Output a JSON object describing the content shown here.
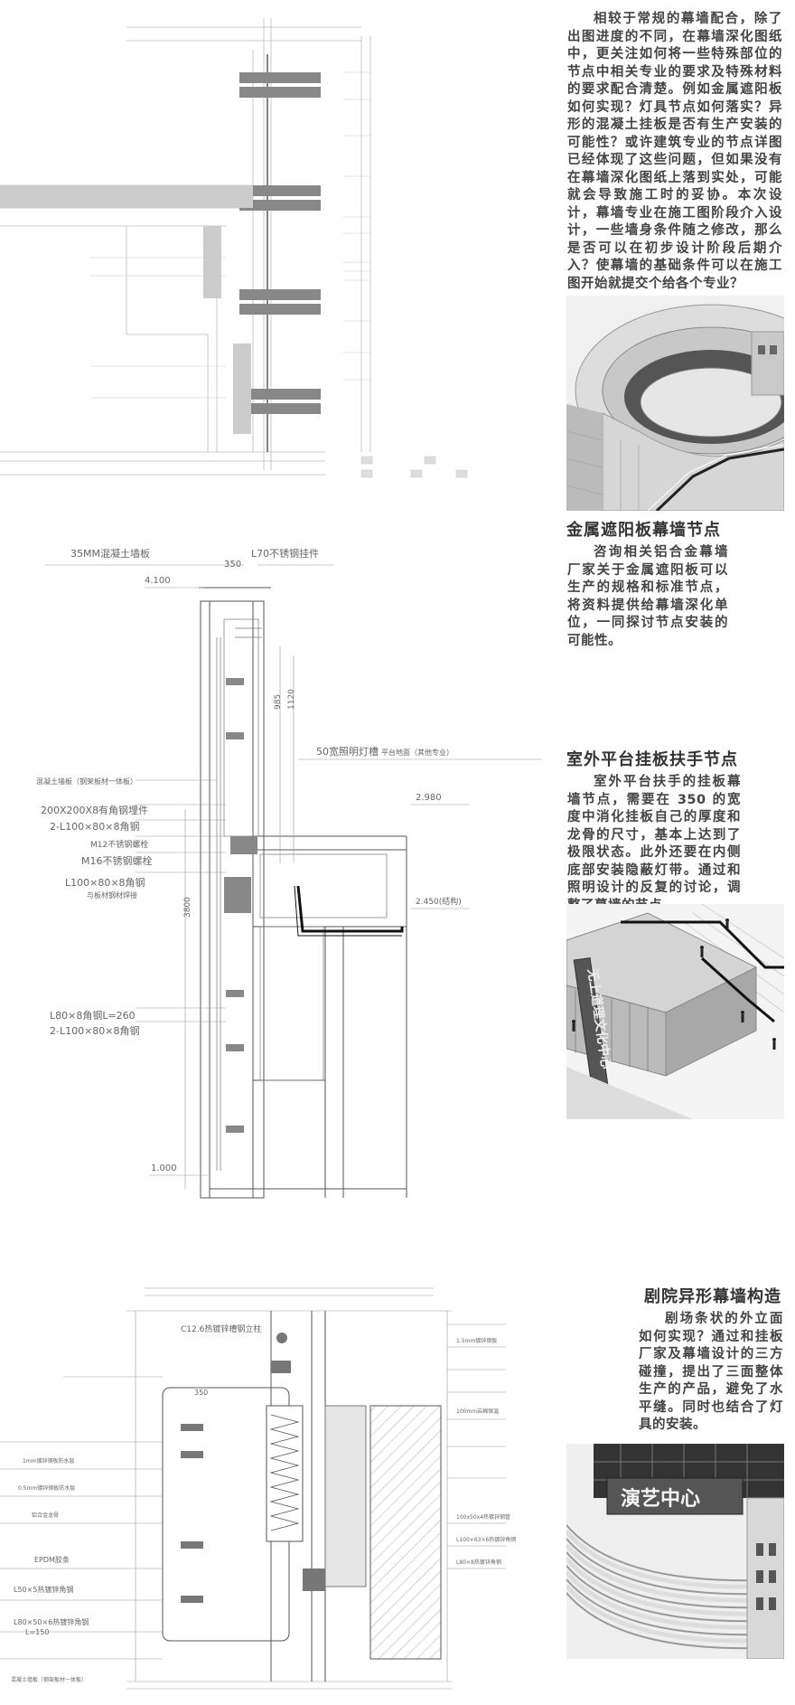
{
  "section1": {
    "paragraph": "相较于常规的幕墙配合，除了出图进度的不同，在幕墙深化图纸中，更关注如何将一些特殊部位的节点中相关专业的要求及特殊材料的要求配合清楚。例如金属遮阳板如何实现？灯具节点如何落实？异形的混凝土挂板是否有生产安装的可能性？或许建筑专业的节点详图已经体现了这些问题，但如果没有在幕墙深化图纸上落到实处，可能就会导致施工时的妥协。本次设计，幕墙专业在施工图阶段介入设计，一些墙身条件随之修改，那么是否可以在初步设计阶段后期介入？使幕墙的基础条件可以在施工图开始就提交个给各个专业？"
  },
  "section2": {
    "heading": "金属遮阳板幕墙节点",
    "paragraph": "咨询相关铝合金幕墙厂家关于金属遮阳板可以生产的规格和标准节点，将资料提供给幕墙深化单位，一同探讨节点安装的可能性。",
    "drawing_labels": {
      "l1": "35MM混凝土墙板",
      "l2": "L70不锈钢挂件",
      "l3": "4.100",
      "l4": "350",
      "l5": "985",
      "l6": "1120",
      "l7": "50宽照明灯槽",
      "l8": "平台地面（其他专业）",
      "l9": "混凝土墙板（钢架板材一体板）",
      "l10": "2.980",
      "l11": "200X200X8有角钢埋件",
      "l12": "2-L100×80×8角钢",
      "l13": "M12不锈钢螺栓",
      "l14": "M16不锈钢螺栓",
      "l15": "L100×80×8角钢",
      "l16": "与板材钢材焊接",
      "l17": "3800",
      "l18": "2.450(结构)",
      "l19": "L80×8角钢L=260",
      "l20": "2-L100×80×8角钢",
      "l21": "1.000"
    }
  },
  "section3": {
    "heading": "室外平台挂板扶手节点",
    "paragraph": "室外平台扶手的挂板幕墙节点，需要在 350 的宽度中消化挂板自己的厚度和龙骨的尺寸，基本上达到了极限状态。此外还要在内侧底部安装隐蔽灯带。通过和照明设计的反复的讨论，调整了幕墙的节点。",
    "photo_sign": "无上道理文化中心"
  },
  "section4": {
    "heading": "剧院异形幕墙构造",
    "paragraph": "剧场条状的外立面如何实现？通过和挂板厂家及幕墙设计的三方碰撞，提出了三面整体生产的产品，避免了水平缝。同时也结合了灯具的安装。",
    "photo_sign": "演艺中心",
    "drawing_labels": {
      "m1": "C12.6热镀锌槽钢立柱",
      "m2": "350",
      "m3": "EPDM胶条",
      "m4": "L50×5热镀锌角钢",
      "m5": "L80×50×6热镀锌角钢",
      "m6": "L=150",
      "m7": "1mm镀锌钢板防水层",
      "m8": "0.5mm镀锌钢板防水层",
      "m9": "铝合金龙骨",
      "m10": "100mm岩棉保温",
      "m11": "1.5mm镀锌钢板",
      "m12": "100x50x4热镀锌钢管",
      "m13": "L100×63×6热镀锌角钢",
      "m14": "L80×8热镀锌角钢",
      "m15": "混凝土墙板（钢架板材一体板）"
    }
  },
  "colors": {
    "text": "#444444",
    "heading": "#333333",
    "line": "#555555"
  }
}
